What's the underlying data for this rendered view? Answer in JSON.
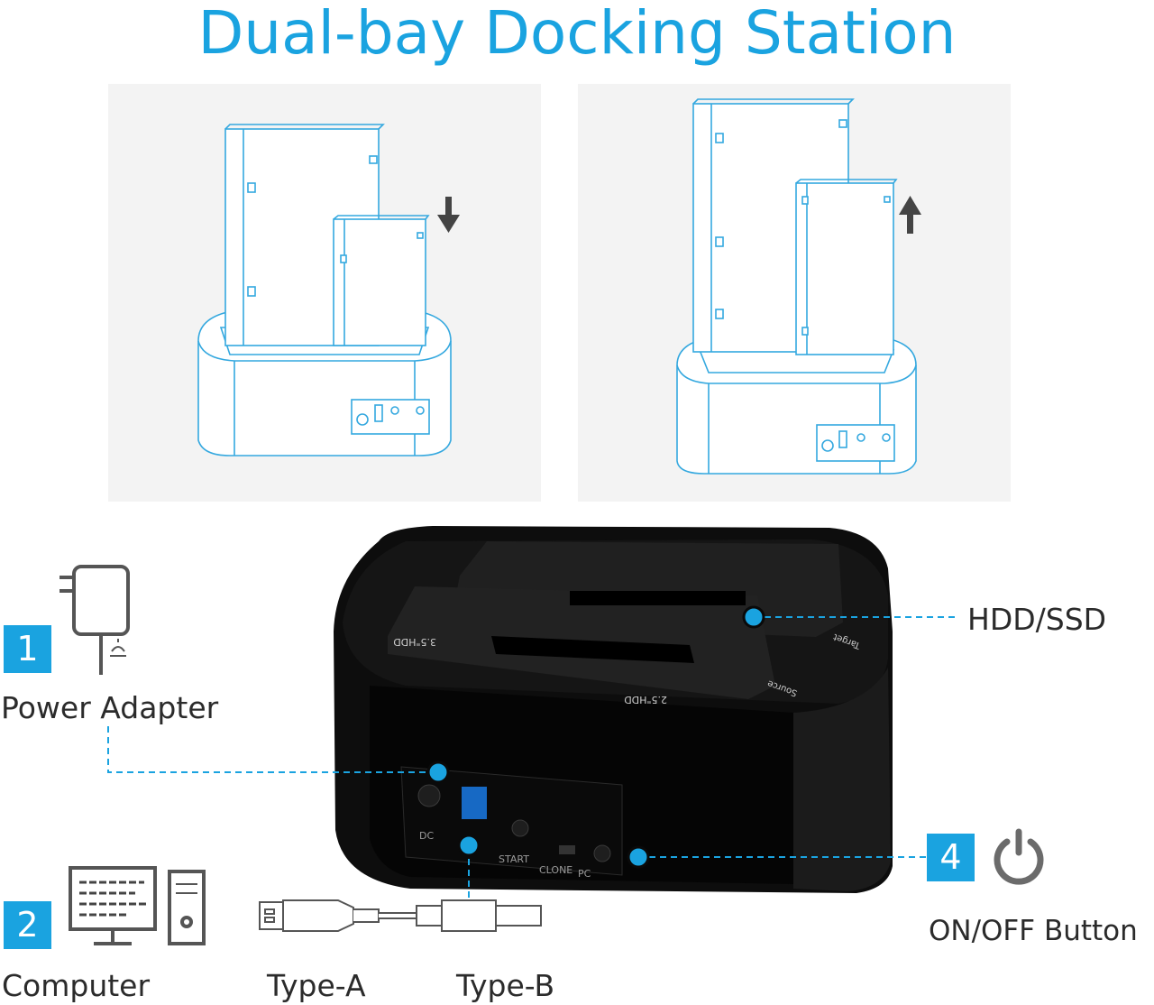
{
  "title": "Dual-bay Docking Station",
  "colors": {
    "accent": "#1aa3e0",
    "device": "#0b0b0b",
    "panel_bg": "#f3f3f3",
    "sketch": "#34a8df"
  },
  "callouts": [
    {
      "number": "1",
      "label": "Power Adapter",
      "icon": "power-adapter-icon"
    },
    {
      "number": "2",
      "label": "Computer",
      "icon": "computer-icon"
    },
    {
      "number": "4",
      "label": "ON/OFF Button",
      "icon": "power-icon"
    }
  ],
  "hdd_label": "HDD/SSD",
  "cable": {
    "end_a": "Type-A",
    "end_b": "Type-B"
  },
  "device_markings": {
    "bay_front": "2.5\"HDD",
    "bay_back": "3.5\"HDD",
    "source": "Source",
    "target": "Target",
    "ports": [
      "DC",
      "START",
      "CLONE",
      "PC"
    ]
  }
}
